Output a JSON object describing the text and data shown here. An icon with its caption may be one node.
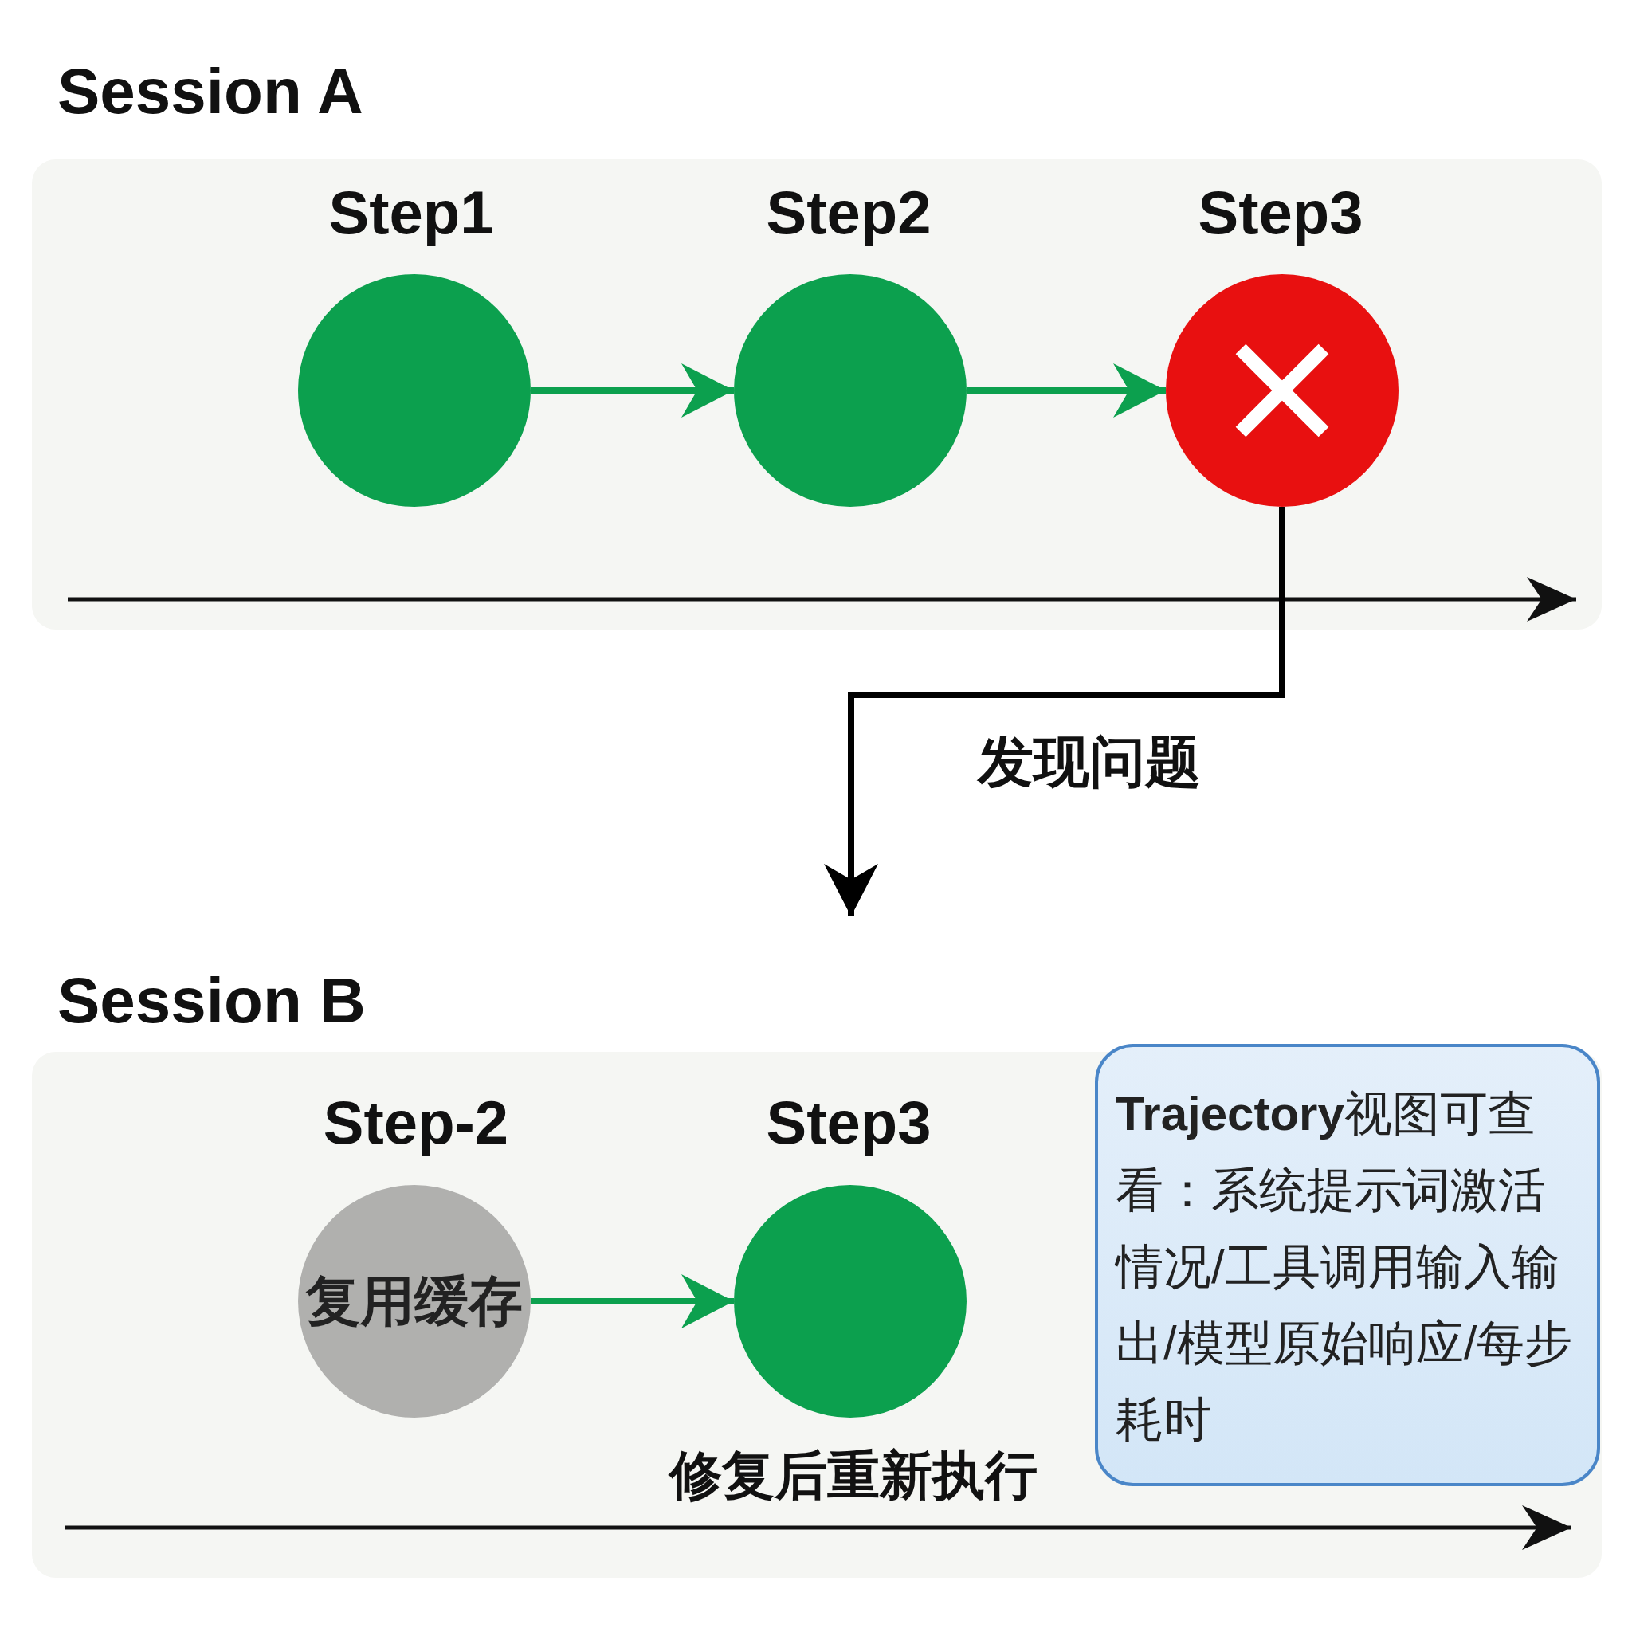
{
  "diagram": {
    "nodes": [
      {
        "text": [],
        "shape": "circle",
        "beside": [
          "Step1"
        ]
      },
      {
        "text": [],
        "shape": "circle",
        "beside": [
          "Step2"
        ]
      },
      {
        "text": [],
        "shape": "circle",
        "beside": [
          "Step3"
        ]
      },
      {
        "text": [
          "复用缓存"
        ],
        "beside": [
          "Step-2"
        ]
      },
      {
        "text": [],
        "shape": "circle",
        "beside": [
          "Step3"
        ]
      },
      {
        "text": [
          "**Trajectory**视图可查看：系统提示词激活情况/工具调用输入输出/模型原始响应/每步耗时"
        ]
      }
    ],
    "edges": [
      {
        "from": 0,
        "to": 1,
        "arrow": "to"
      },
      {
        "from": 1,
        "to": 2,
        "arrow": "to"
      },
      {
        "from": 2,
        "to": null,
        "arrow": "to",
        "label": "发现问题",
        "color": "#000000"
      },
      {
        "from": 3,
        "to": 4,
        "arrow": "to"
      }
    ],
    "labels": [
      "Session A",
      "Session B",
      "修复后重新执行"
    ]
  }
}
